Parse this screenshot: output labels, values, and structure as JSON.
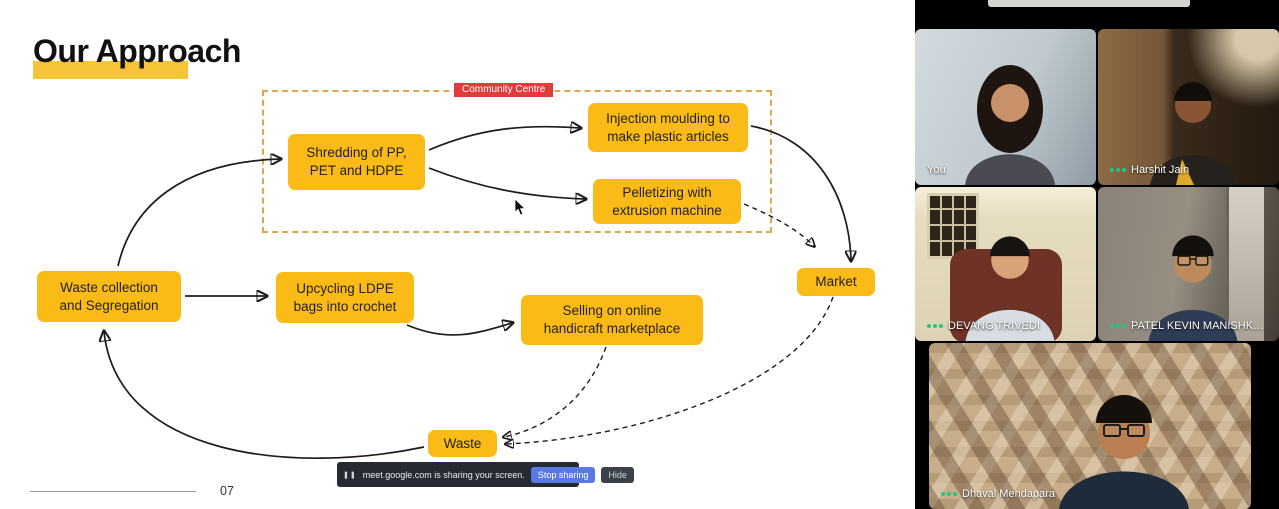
{
  "slide": {
    "title": "Our Approach",
    "page_number": "07",
    "community_centre_label": "Community Centre",
    "nodes": {
      "waste_collection": "Waste collection and Segregation",
      "shredding": "Shredding of PP, PET and HDPE",
      "injection_moulding": "Injection moulding to make plastic articles",
      "pelletizing": "Pelletizing with extrusion machine",
      "upcycling": "Upcycling LDPE bags into crochet",
      "selling": "Selling on online handicraft marketplace",
      "market": "Market",
      "waste": "Waste"
    },
    "colors": {
      "node_fill": "#FBBB17",
      "title_highlight": "#F7C437",
      "community_label_bg": "#E13B3B",
      "dashed_border": "#DBA84E"
    }
  },
  "share_bar": {
    "pause_icon": "❚❚",
    "message": "meet.google.com is sharing your screen.",
    "stop_sharing_label": "Stop sharing",
    "hide_label": "Hide"
  },
  "participants": [
    {
      "name": "You"
    },
    {
      "name": "Harshit Jain"
    },
    {
      "name": "DEVANG TRIVEDI"
    },
    {
      "name": "PATEL KEVIN MANISHK…"
    },
    {
      "name": "Dhaval Mendapara"
    }
  ]
}
